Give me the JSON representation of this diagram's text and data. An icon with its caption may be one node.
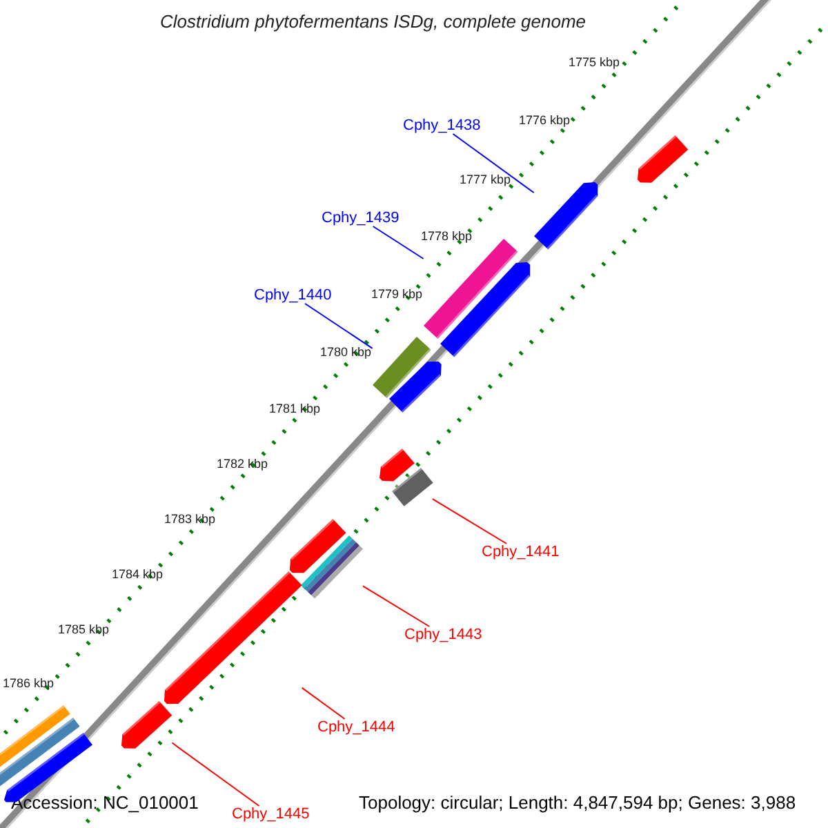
{
  "diagram": {
    "title": "Clostridium phytofermentans ISDg, complete genome",
    "nodes": [
      {
        "text": [
          "Cphy_1438"
        ]
      },
      {
        "text": [
          "Cphy_1439"
        ]
      },
      {
        "text": [
          "Cphy_1440"
        ]
      },
      {
        "text": [
          "Cphy_1441"
        ]
      },
      {
        "text": [
          "Cphy_1443"
        ]
      },
      {
        "text": [
          "Cphy_1444"
        ]
      },
      {
        "text": [
          "Cphy_1445"
        ]
      },
      {
        "text": [],
        "shape": "bar"
      },
      {
        "text": [],
        "shape": "bar"
      },
      {
        "text": [],
        "shape": "bar"
      },
      {
        "text": [],
        "shape": "bar"
      },
      {
        "text": [],
        "shape": "bar"
      },
      {
        "text": [],
        "shape": "bar"
      },
      {
        "text": [],
        "shape": "bar"
      },
      {
        "text": [],
        "shape": "bar"
      },
      {
        "text": [],
        "shape": "bar"
      },
      {
        "text": [],
        "shape": "bar"
      },
      {
        "text": [],
        "shape": "bar"
      },
      {
        "text": [],
        "shape": "bar"
      },
      {
        "text": [],
        "shape": "bar"
      },
      {
        "text": [],
        "shape": "bar"
      },
      {
        "text": [],
        "shape": "bar"
      }
    ],
    "edges": [
      {
        "from": 0,
        "to": 8,
        "arrow": "none",
        "color": "#0000ff"
      },
      {
        "from": 1,
        "to": 9,
        "arrow": "none",
        "color": "#0000ff"
      },
      {
        "from": 2,
        "to": 11,
        "arrow": "none",
        "color": "#0000ff"
      },
      {
        "from": 3,
        "to": 14,
        "arrow": "none"
      },
      {
        "from": 4,
        "to": 16,
        "arrow": "none"
      },
      {
        "from": 5,
        "to": 17,
        "arrow": "none"
      },
      {
        "from": 6,
        "to": 18,
        "arrow": "none"
      }
    ],
    "labels": [
      "1775 kbp",
      "1776 kbp",
      "1777 kbp",
      "1778 kbp",
      "1779 kbp",
      "1780 kbp",
      "1781 kbp",
      "1782 kbp",
      "1783 kbp",
      "1784 kbp",
      "1785 kbp",
      "1786 kbp",
      "Accession: NC_010001",
      "Topology: circular; Length: 4,847,594 bp; Genes: 3,988"
    ]
  }
}
